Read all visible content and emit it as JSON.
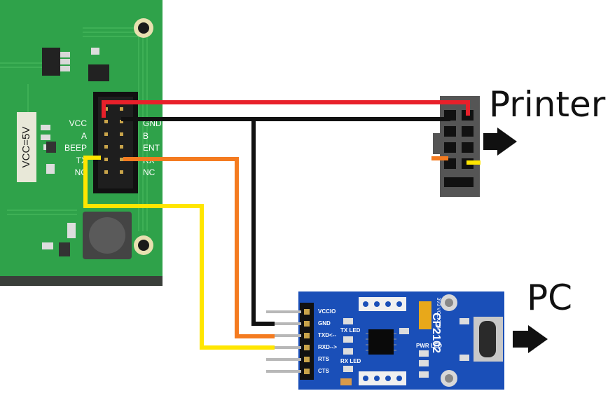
{
  "board": {
    "vcc_label": "VCC=5V",
    "header_left_labels": [
      "VCC",
      "A",
      "BEEP",
      "TX",
      "NC"
    ],
    "header_right_labels": [
      "GND",
      "B",
      "ENT",
      "RX",
      "NC"
    ],
    "board_color": "#2fa24a"
  },
  "labels": {
    "printer": "Printer",
    "pc": "PC"
  },
  "module": {
    "chip_name": "CP2102",
    "pins": [
      "VCCIO",
      "GND",
      "TXD<--",
      "RXD-->",
      "RTS",
      "CTS"
    ],
    "tx_led": "TX LED",
    "rx_led": "RX LED",
    "pwr_led": "PWR LED",
    "jumper_labels": "3V3 VCCIO 5V",
    "board_color": "#1a4fb8"
  },
  "wires": {
    "red": "#e8202a",
    "black": "#111111",
    "orange": "#f47b20",
    "yellow": "#ffe600"
  }
}
